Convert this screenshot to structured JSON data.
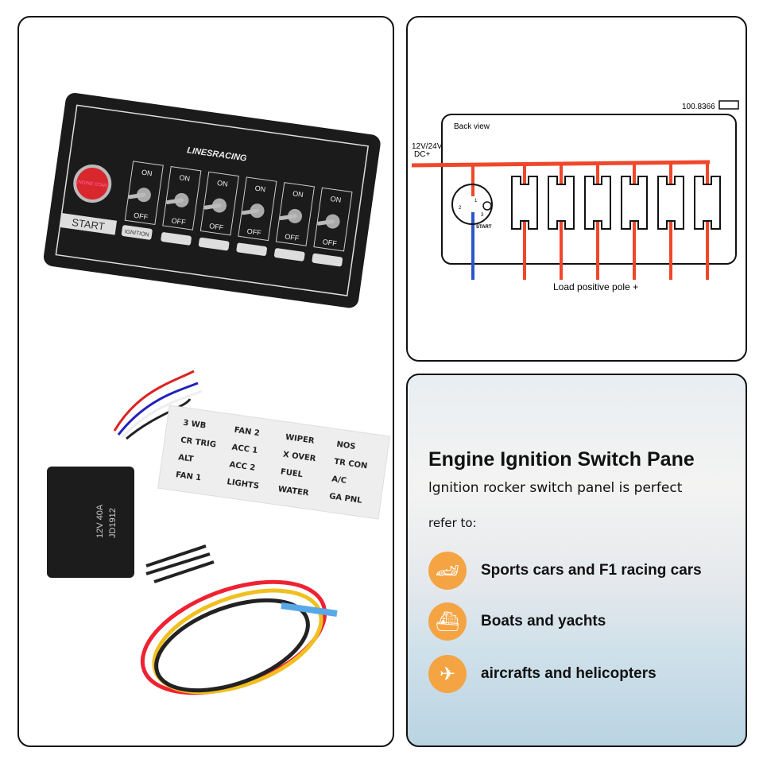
{
  "panel": {
    "brand": "LINESRACING",
    "button_label": "ENGINE START",
    "start_label": "START",
    "ignition_label": "IGNITION",
    "on_label": "ON",
    "off_label": "OFF",
    "switch_count": 6
  },
  "relay": {
    "rating": "12V 40A",
    "model": "JD1912"
  },
  "stickers": [
    "3 WB",
    "FAN 2",
    "WIPER",
    "NOS",
    "CR TRIG",
    "ACC 1",
    "X OVER",
    "TR CON",
    "ALT",
    "ACC 2",
    "FUEL",
    "A/C",
    "FAN 1",
    "LIGHTS",
    "WATER",
    "GA PNL"
  ],
  "diagram": {
    "corner_label": "100.8366",
    "view_label": "Back view",
    "supply_label_1": "12V/24V",
    "supply_label_2": "DC+",
    "start_label": "START",
    "pins": [
      "1",
      "2",
      "3"
    ],
    "load_label": "Load positive pole +",
    "colors": {
      "supply": "#f0472a",
      "start": "#2b56c8"
    }
  },
  "info": {
    "title": "Engine Ignition Switch Pane",
    "subtitle": "lgnition rocker switch panel is perfect",
    "refer": "refer to:",
    "accent": "#f5a444",
    "items": [
      {
        "icon": "race-car-icon",
        "label": "Sports cars and F1 racing cars"
      },
      {
        "icon": "ship-icon",
        "label": "Boats and yachts"
      },
      {
        "icon": "airplane-icon",
        "label": "aircrafts and helicopters"
      }
    ]
  }
}
